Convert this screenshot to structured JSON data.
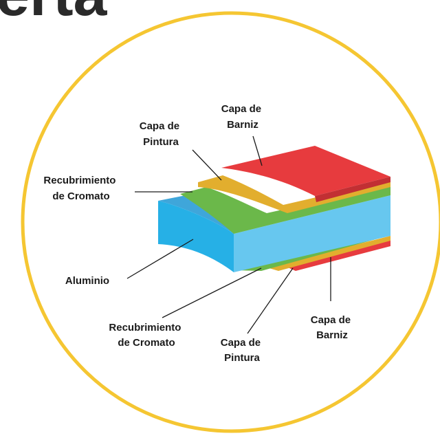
{
  "heading": {
    "text": "erta"
  },
  "colors": {
    "circle_border": "#F5C632",
    "aluminio_top": "#3FA6DA",
    "aluminio_front": "#26B0E6",
    "aluminio_side": "#67C7EF",
    "cromato": "#6BB84A",
    "pintura": "#E2AE2E",
    "barniz": "#E73B3E",
    "barniz_edge": "#C22F33"
  },
  "labels": {
    "barniz_top": [
      "Capa de",
      "Barniz"
    ],
    "pintura_top": [
      "Capa de",
      "Pintura"
    ],
    "cromato_top": [
      "Recubrimiento",
      "de Cromato"
    ],
    "aluminio": [
      "Aluminio"
    ],
    "cromato_bottom": [
      "Recubrimiento",
      "de Cromato"
    ],
    "pintura_bottom": [
      "Capa de",
      "Pintura"
    ],
    "barniz_bottom": [
      "Capa de",
      "Barniz"
    ]
  }
}
